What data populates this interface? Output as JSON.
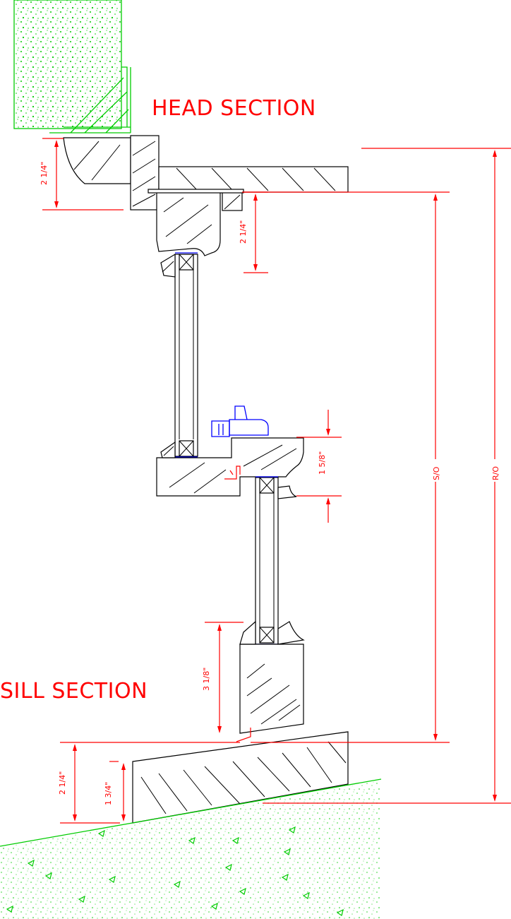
{
  "labels": {
    "head_section": "HEAD SECTION",
    "sill_section": "SILL SECTION",
    "so": "S/O",
    "ro": "R/O"
  },
  "dimensions": {
    "head_casing": "2 1/4\"",
    "head_jamb": "2 1/4\"",
    "meeting_rail": "1 5/8\"",
    "bottom_rail": "3 1/8\"",
    "sill_outer": "2 1/4\"",
    "sill_inner": "1 3/4\""
  },
  "colors": {
    "dimension": "#ff0000",
    "masonry": "#00cc00",
    "glazing": "#0000ff",
    "wood": "#000000"
  }
}
